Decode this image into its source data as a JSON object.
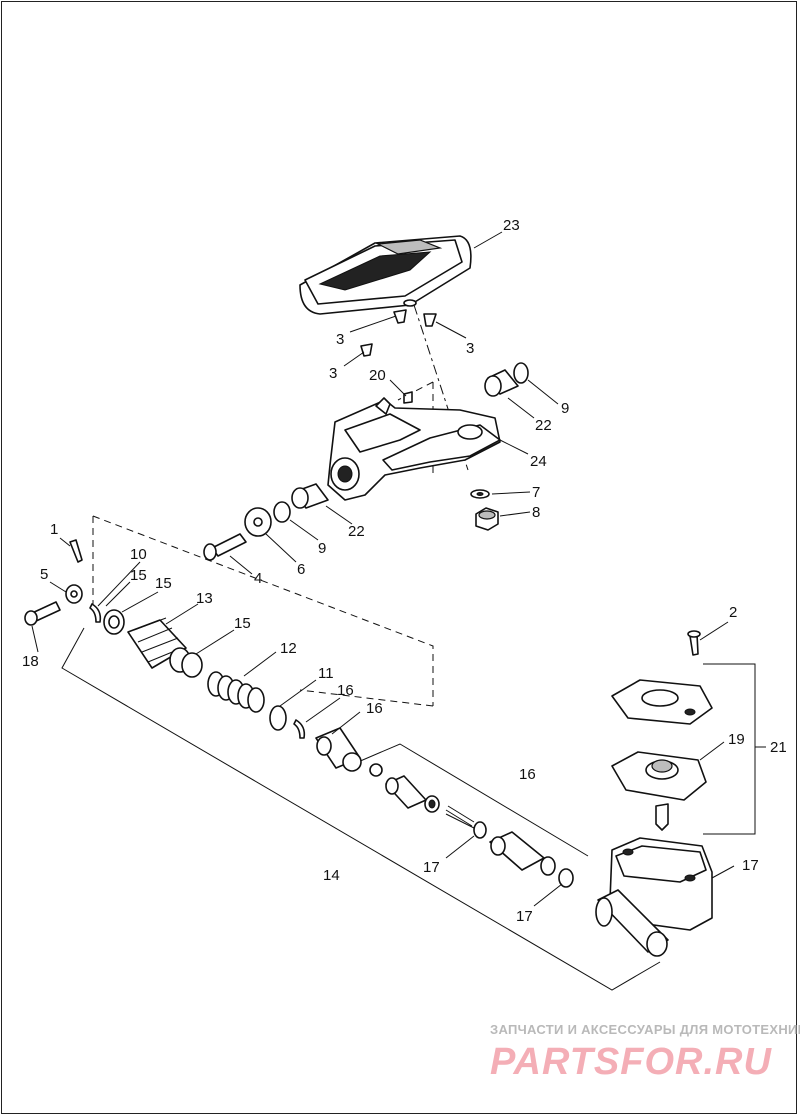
{
  "callouts": {
    "c1": "1",
    "c2": "2",
    "c3a": "3",
    "c3b": "3",
    "c3c": "3",
    "c4": "4",
    "c5": "5",
    "c6": "6",
    "c7": "7",
    "c8": "8",
    "c9a": "9",
    "c9b": "9",
    "c10": "10",
    "c11": "11",
    "c12": "12",
    "c13": "13",
    "c14": "14",
    "c15a": "15",
    "c15b": "15",
    "c15c": "15",
    "c16a": "16",
    "c16b": "16",
    "c16c": "16",
    "c17a": "17",
    "c17b": "17",
    "c17c": "17",
    "c18": "18",
    "c19": "19",
    "c20": "20",
    "c21": "21",
    "c22a": "22",
    "c22b": "22",
    "c23": "23",
    "c24": "24"
  },
  "watermark": {
    "tagline": "ЗАПЧАСТИ И АКСЕССУАРЫ ДЛЯ МОТОТЕХНИКИ",
    "brand": "PARTSFOR.RU"
  },
  "colors": {
    "line": "#111111",
    "watermark_text": "#b9b9b9",
    "watermark_brand": "#f4aeb6"
  }
}
